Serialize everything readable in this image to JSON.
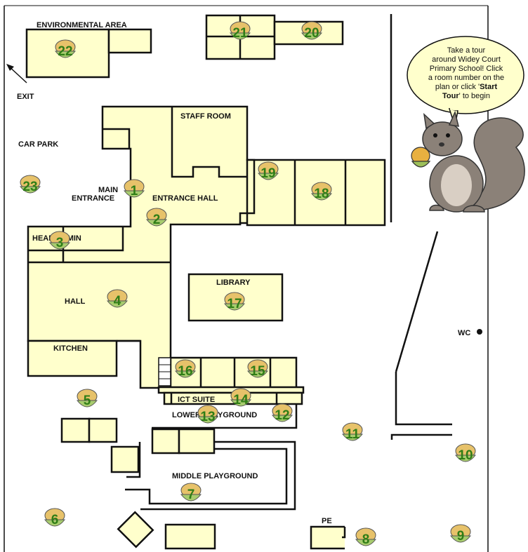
{
  "labels": {
    "environmental_area": "ENVIRONMENTAL AREA",
    "exit": "EXIT",
    "car_park": "CAR PARK",
    "staff_room": "STAFF ROOM",
    "main_entrance_1": "MAIN",
    "main_entrance_2": "ENTRANCE",
    "entrance_hall": "ENTRANCE HALL",
    "head_admin": "HEAD ADMIN",
    "hall": "HALL",
    "kitchen": "KITCHEN",
    "library": "LIBRARY",
    "ict_suite": "ICT SUITE",
    "lower_playground": "LOWER PLAYGROUND",
    "middle_playground": "MIDDLE PLAYGROUND",
    "pe": "PE",
    "wc": "WC"
  },
  "bubble": {
    "line1": "Take a tour",
    "line2": "around Widey Court",
    "line3": "Primary School! Click",
    "line4": "a room number on the",
    "line5": "plan or click '",
    "start": "Start",
    "tour": "Tour",
    "line6_end": "' to begin"
  },
  "markers": [
    "1",
    "2",
    "3",
    "4",
    "5",
    "6",
    "7",
    "8",
    "9",
    "10",
    "11",
    "12",
    "13",
    "14",
    "15",
    "16",
    "17",
    "18",
    "19",
    "20",
    "21",
    "22",
    "23"
  ],
  "colors": {
    "room_fill": "#ffffcc",
    "number_green": "#2f7d16",
    "squirrel": "#8b8178"
  }
}
